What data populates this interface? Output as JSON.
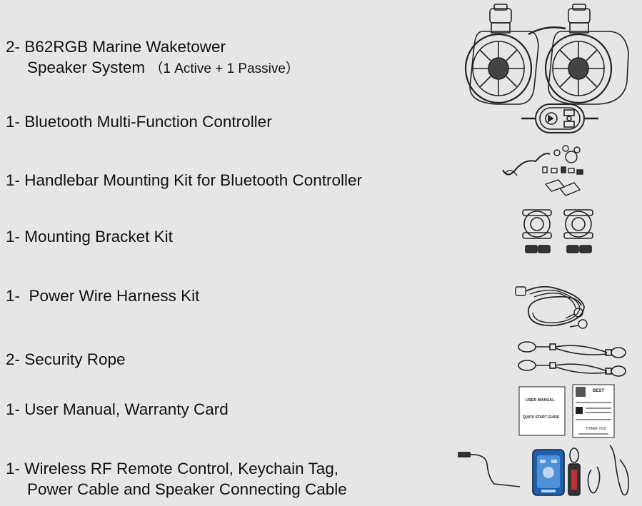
{
  "items": [
    {
      "qty": "2-",
      "line1": "B62RGB Marine Waketower",
      "line2": "Speaker System",
      "line2_note": "（1 Active + 1 Passive）",
      "art": "speaker-pair-icon"
    },
    {
      "qty": "1-",
      "line1": "Bluetooth Multi-Function Controller",
      "art": "bluetooth-controller-icon"
    },
    {
      "qty": "1-",
      "line1": "Handlebar Mounting Kit for Bluetooth Controller",
      "art": "handlebar-kit-icon"
    },
    {
      "qty": "1-",
      "line1": "Mounting Bracket Kit",
      "art": "bracket-kit-icon"
    },
    {
      "qty": "1-",
      "line1": " Power Wire Harness Kit",
      "art": "wire-harness-icon"
    },
    {
      "qty": "2-",
      "line1": "Security Rope",
      "art": "security-rope-icon"
    },
    {
      "qty": "1-",
      "line1": "User Manual, Warranty Card",
      "art": "manual-card-icon"
    },
    {
      "qty": "1-",
      "line1": "Wireless RF Remote Control, Keychain Tag,",
      "line2": "Power Cable and Speaker Connecting Cable",
      "art": "remote-cable-icon"
    }
  ],
  "manual": {
    "title": "USER MANUAL",
    "subtitle": "QUICK START GUIDE"
  },
  "card": {
    "badge": "BEST",
    "thanks": "THANK YOU"
  },
  "colors": {
    "background": "#e6e6e6",
    "text": "#111111",
    "line_art": "#222222"
  }
}
